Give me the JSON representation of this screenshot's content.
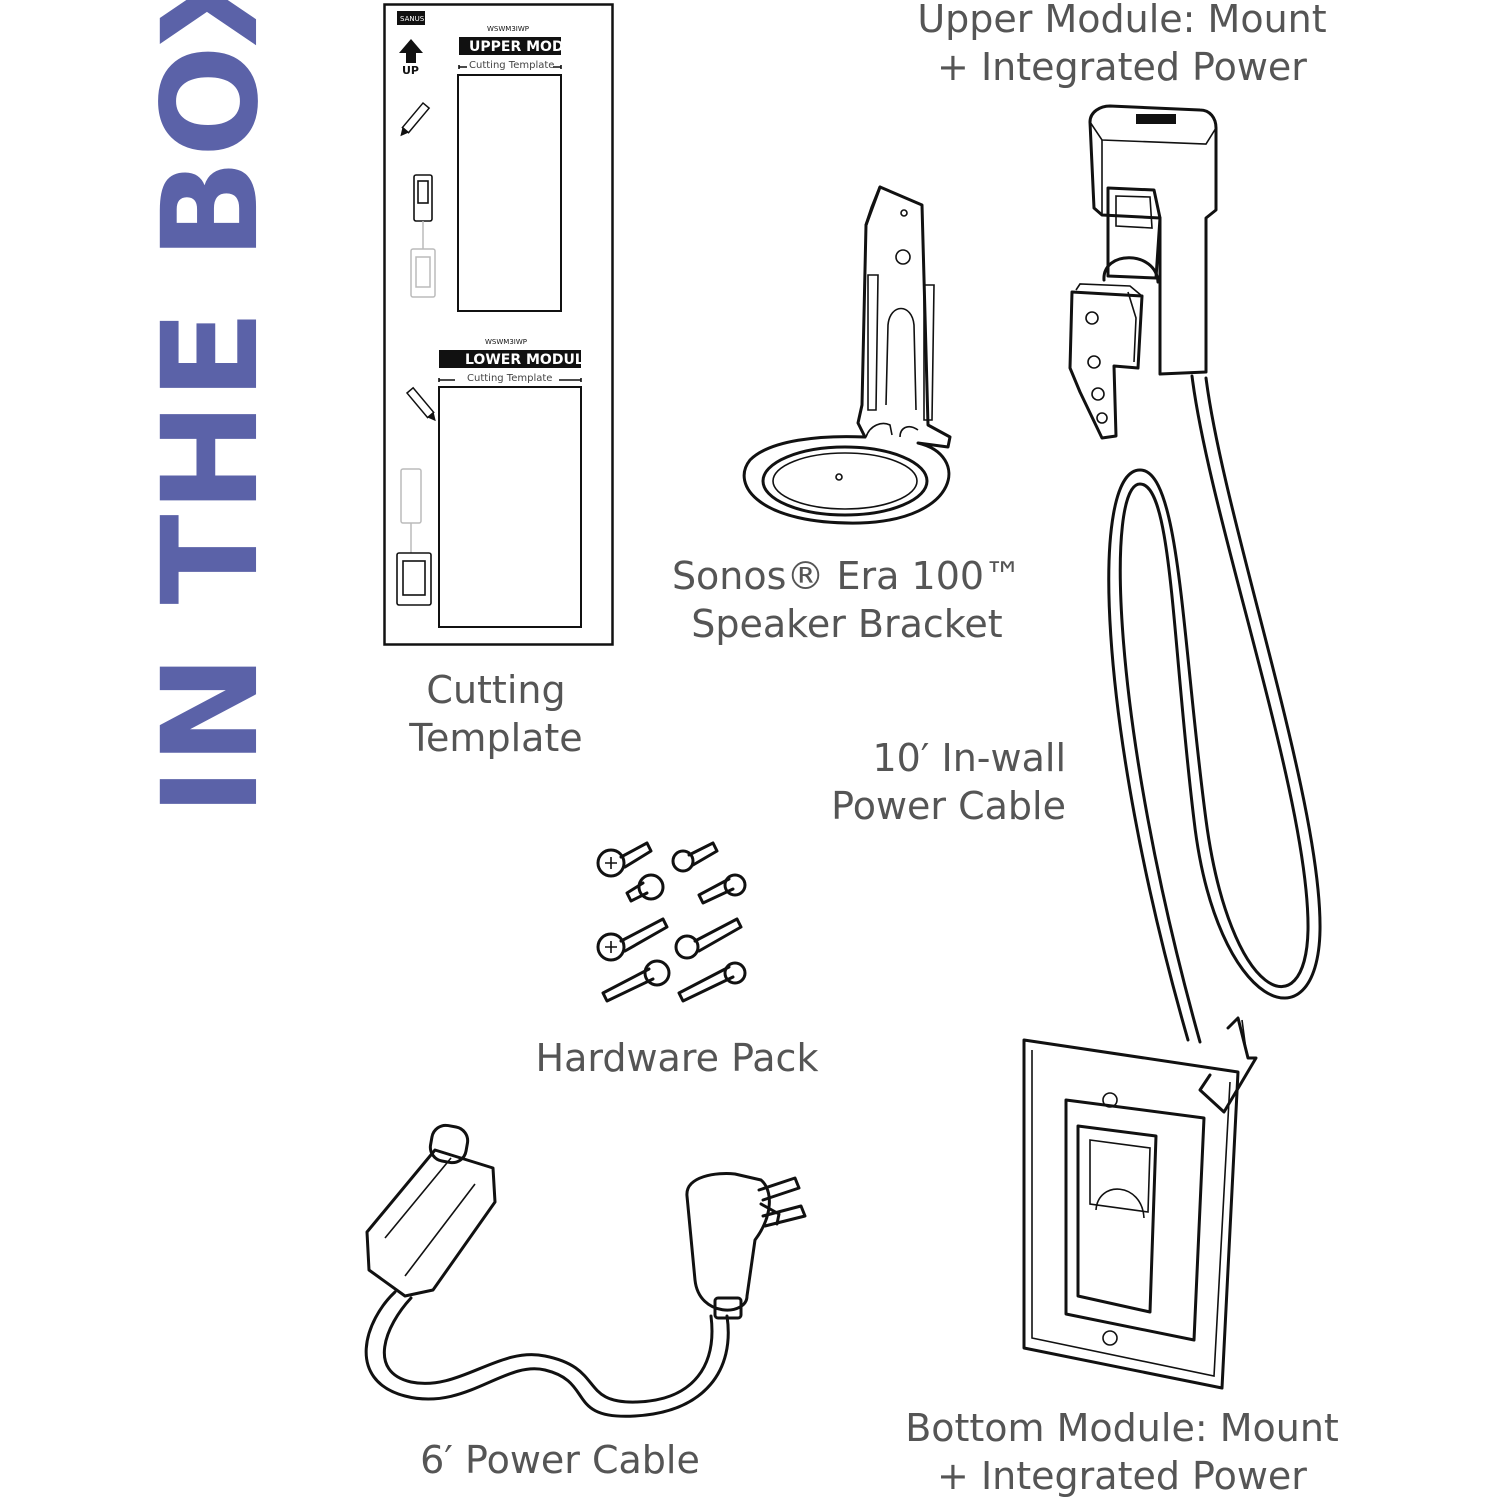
{
  "heading": {
    "text": "IN THE BOX",
    "color": "#5b62a8"
  },
  "label_color": "#555555",
  "items": {
    "cutting_template": {
      "line1": "Cutting",
      "line2": "Template"
    },
    "speaker_bracket": {
      "line1": "Sonos® Era 100™",
      "line2": "Speaker Bracket"
    },
    "upper_module": {
      "line1": "Upper Module: Mount",
      "line2": "+ Integrated Power"
    },
    "inwall_cable": {
      "line1": "10′ In-wall",
      "line2": "Power Cable"
    },
    "hardware_pack": {
      "line1": "Hardware Pack"
    },
    "power_cable": {
      "line1": "6′ Power Cable"
    },
    "bottom_module": {
      "line1": "Bottom Module: Mount",
      "line2": "+ Integrated Power"
    }
  },
  "template_sheet": {
    "model_upper": "WSWM3IWP",
    "upper_title": "UPPER MODULE",
    "upper_sub": "Cutting Template",
    "model_lower": "WSWM3IWP",
    "lower_title": "LOWER MODULE",
    "lower_sub": "Cutting Template",
    "up_label": "UP",
    "brand": "SANUS"
  }
}
